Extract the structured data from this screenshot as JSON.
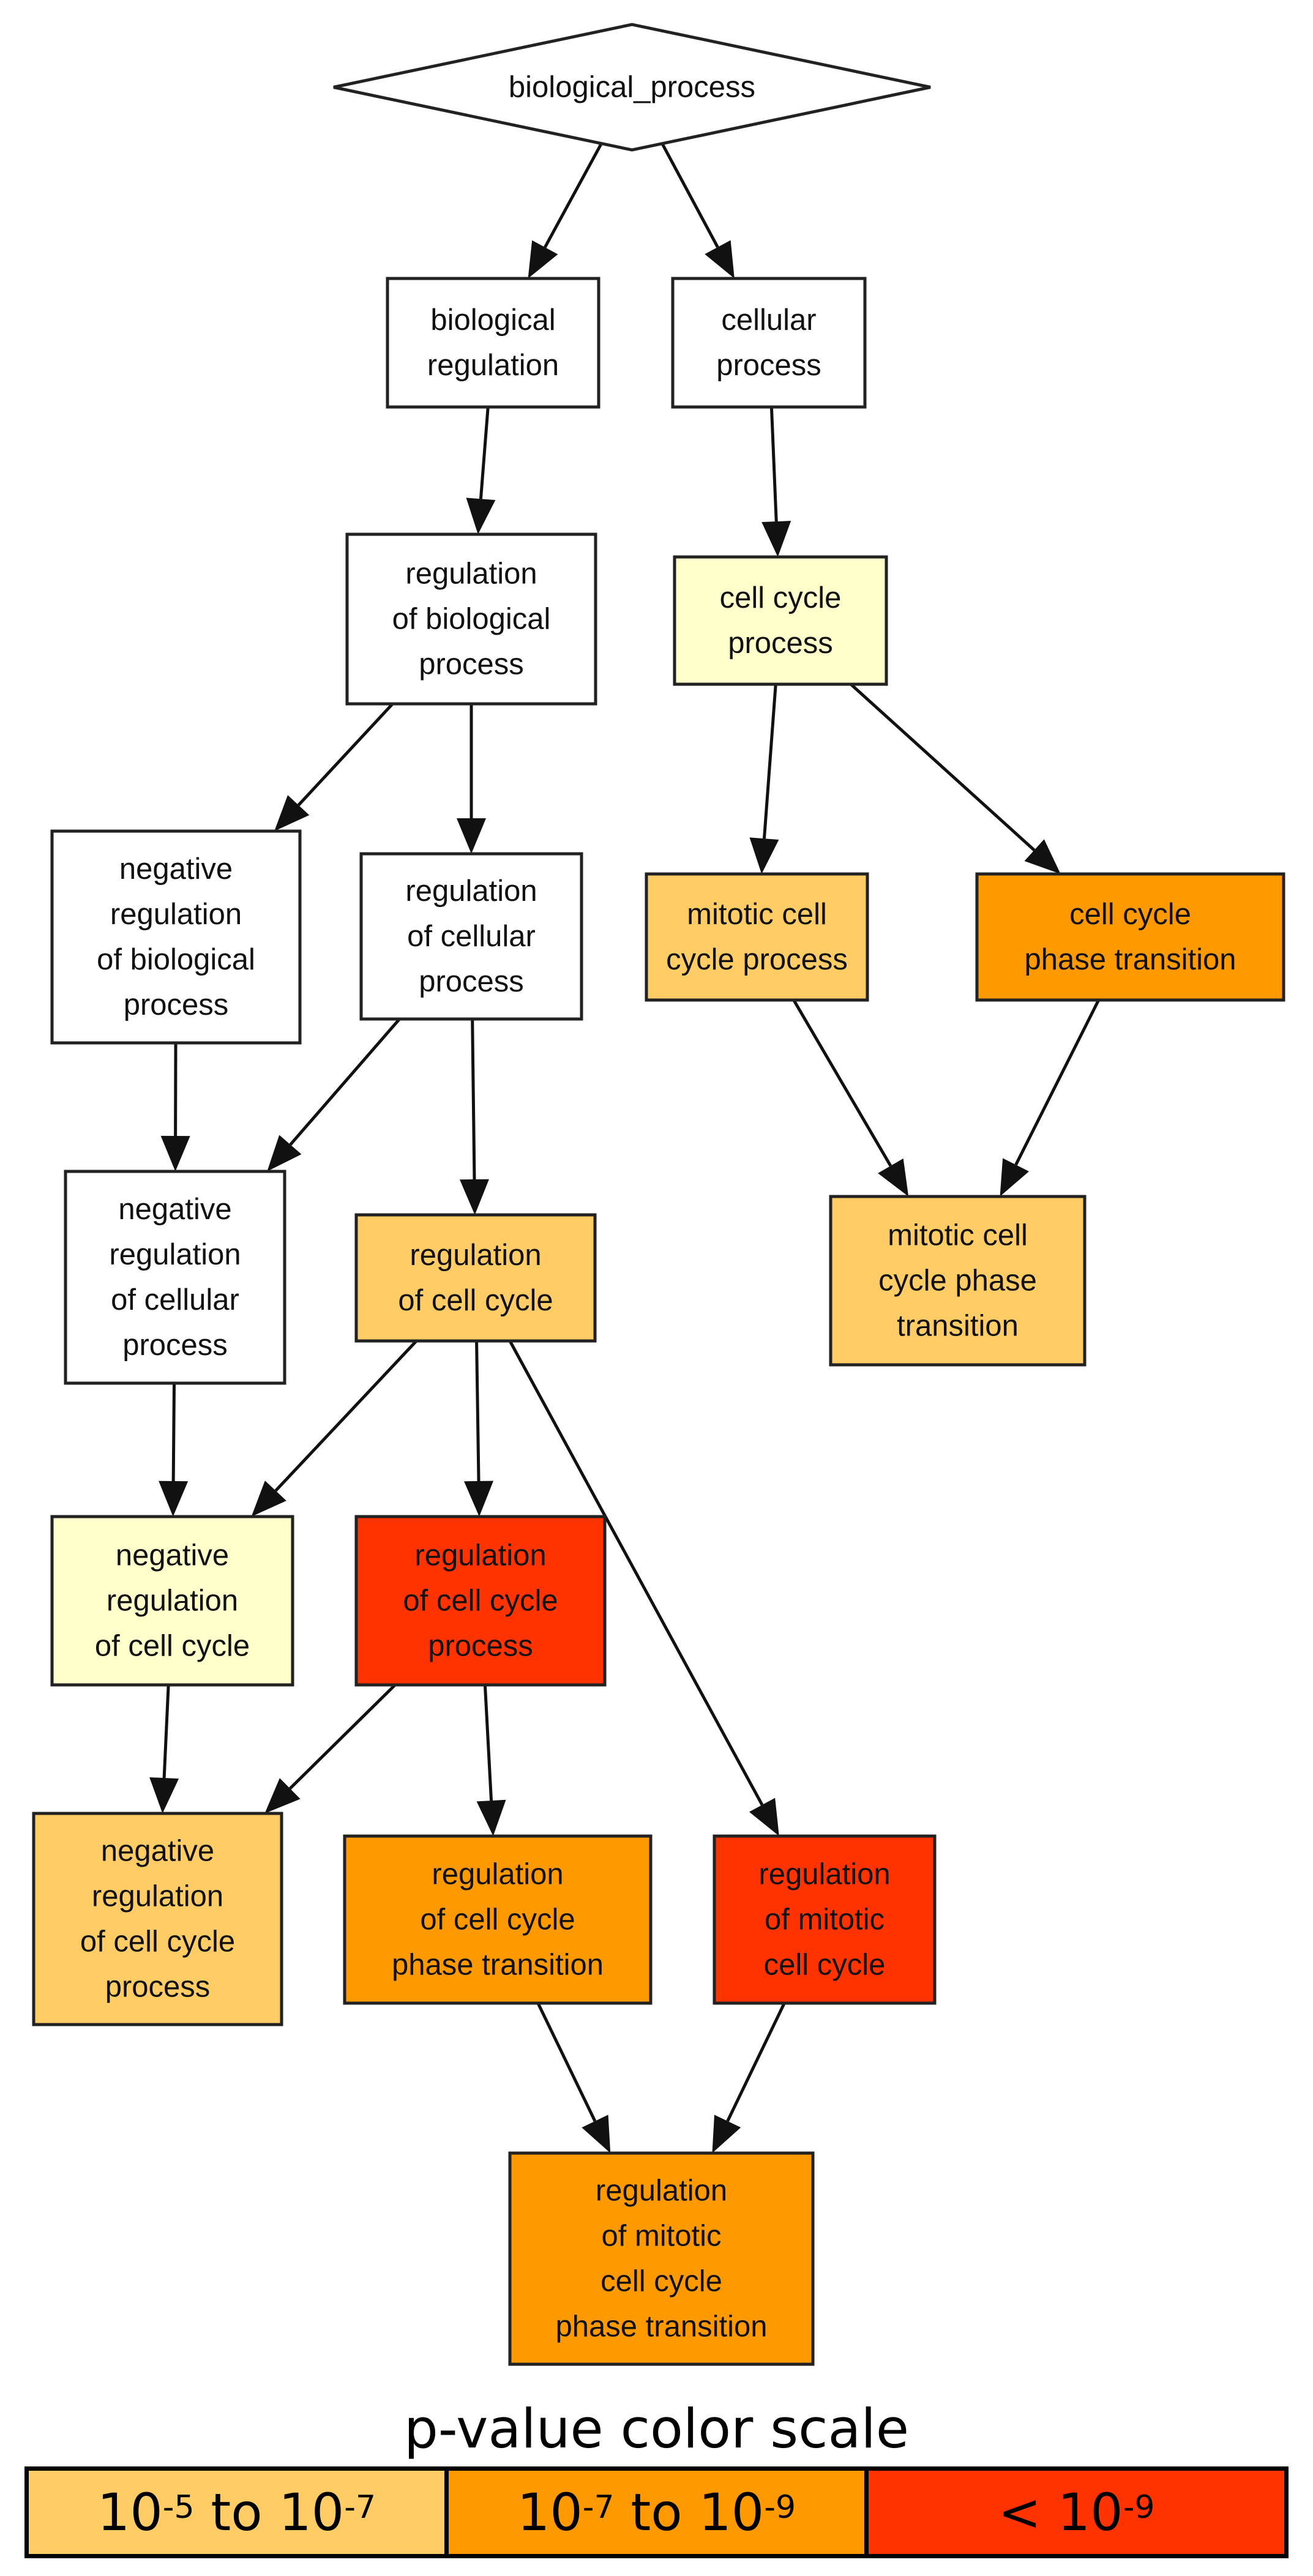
{
  "colors": {
    "none": "#ffffff",
    "light": "#ffffcc",
    "scale_1": "#ffcc66",
    "scale_2": "#ff9900",
    "scale_3": "#ff3300"
  },
  "nodes": [
    {
      "id": "root",
      "shape": "diamond",
      "color": "none",
      "lines": [
        "biological_process"
      ]
    },
    {
      "id": "bioreg",
      "shape": "box",
      "color": "none",
      "lines": [
        "biological",
        "regulation"
      ]
    },
    {
      "id": "cellproc",
      "shape": "box",
      "color": "none",
      "lines": [
        "cellular",
        "process"
      ]
    },
    {
      "id": "regbio",
      "shape": "box",
      "color": "none",
      "lines": [
        "regulation",
        "of biological",
        "process"
      ]
    },
    {
      "id": "ccproc",
      "shape": "box",
      "color": "light",
      "lines": [
        "cell cycle",
        "process"
      ]
    },
    {
      "id": "negregbio",
      "shape": "box",
      "color": "none",
      "lines": [
        "negative",
        "regulation",
        "of biological",
        "process"
      ]
    },
    {
      "id": "regcell",
      "shape": "box",
      "color": "none",
      "lines": [
        "regulation",
        "of cellular",
        "process"
      ]
    },
    {
      "id": "mitccproc",
      "shape": "box",
      "color": "scale_1",
      "lines": [
        "mitotic cell",
        "cycle process"
      ]
    },
    {
      "id": "ccpt",
      "shape": "box",
      "color": "scale_2",
      "lines": [
        "cell cycle",
        "phase transition"
      ]
    },
    {
      "id": "negregcell",
      "shape": "box",
      "color": "none",
      "lines": [
        "negative",
        "regulation",
        "of cellular",
        "process"
      ]
    },
    {
      "id": "regcc",
      "shape": "box",
      "color": "scale_1",
      "lines": [
        "regulation",
        "of cell cycle"
      ]
    },
    {
      "id": "mitccpt",
      "shape": "box",
      "color": "scale_1",
      "lines": [
        "mitotic cell",
        "cycle phase",
        "transition"
      ]
    },
    {
      "id": "negregcc",
      "shape": "box",
      "color": "light",
      "lines": [
        "negative",
        "regulation",
        "of cell cycle"
      ]
    },
    {
      "id": "regccproc",
      "shape": "box",
      "color": "scale_3",
      "lines": [
        "regulation",
        "of cell cycle",
        "process"
      ]
    },
    {
      "id": "negregccproc",
      "shape": "box",
      "color": "scale_1",
      "lines": [
        "negative",
        "regulation",
        "of cell cycle",
        "process"
      ]
    },
    {
      "id": "regccpt",
      "shape": "box",
      "color": "scale_2",
      "lines": [
        "regulation",
        "of cell cycle",
        "phase transition"
      ]
    },
    {
      "id": "regmitcc",
      "shape": "box",
      "color": "scale_3",
      "lines": [
        "regulation",
        "of mitotic",
        "cell cycle"
      ]
    },
    {
      "id": "regmitccpt",
      "shape": "box",
      "color": "scale_2",
      "lines": [
        "regulation",
        "of mitotic",
        "cell cycle",
        "phase transition"
      ]
    }
  ],
  "edges": [
    {
      "from": "root",
      "to": "bioreg"
    },
    {
      "from": "root",
      "to": "cellproc"
    },
    {
      "from": "bioreg",
      "to": "regbio"
    },
    {
      "from": "cellproc",
      "to": "ccproc"
    },
    {
      "from": "regbio",
      "to": "negregbio"
    },
    {
      "from": "regbio",
      "to": "regcell"
    },
    {
      "from": "ccproc",
      "to": "mitccproc"
    },
    {
      "from": "ccproc",
      "to": "ccpt"
    },
    {
      "from": "negregbio",
      "to": "negregcell"
    },
    {
      "from": "regcell",
      "to": "negregcell"
    },
    {
      "from": "regcell",
      "to": "regcc"
    },
    {
      "from": "mitccproc",
      "to": "mitccpt"
    },
    {
      "from": "ccpt",
      "to": "mitccpt"
    },
    {
      "from": "negregcell",
      "to": "negregcc"
    },
    {
      "from": "regcc",
      "to": "negregcc"
    },
    {
      "from": "regcc",
      "to": "regccproc"
    },
    {
      "from": "regcc",
      "to": "regmitcc"
    },
    {
      "from": "negregcc",
      "to": "negregccproc"
    },
    {
      "from": "regccproc",
      "to": "negregccproc"
    },
    {
      "from": "regccproc",
      "to": "regccpt"
    },
    {
      "from": "regccpt",
      "to": "regmitccpt"
    },
    {
      "from": "regmitcc",
      "to": "regmitccpt"
    }
  ],
  "legend": {
    "title": "p-value color scale",
    "items": [
      {
        "color": "scale_1",
        "base1": "10",
        "exp1": "-5",
        "middle": " to ",
        "base2": "10",
        "exp2": "-7",
        "prefix": ""
      },
      {
        "color": "scale_2",
        "base1": "10",
        "exp1": "-7",
        "middle": " to ",
        "base2": "10",
        "exp2": "-9",
        "prefix": ""
      },
      {
        "color": "scale_3",
        "base1": "10",
        "exp1": "-9",
        "middle": "",
        "base2": "",
        "exp2": "",
        "prefix": "< "
      }
    ]
  }
}
